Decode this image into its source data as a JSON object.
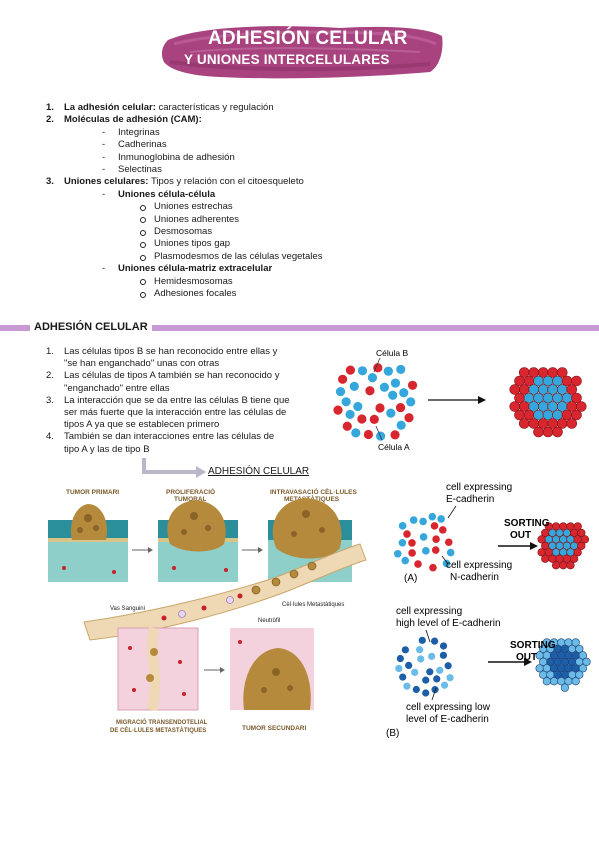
{
  "header": {
    "title": "ADHESIÓN CELULAR",
    "subtitle": "Y UNIONES INTERCELULARES"
  },
  "outline": {
    "item1": {
      "num": "1.",
      "bold": "La adhesión celular:",
      "rest": " características y regulación"
    },
    "item2": {
      "num": "2.",
      "bold": "Moléculas de adhesión (CAM):"
    },
    "item2_sub": [
      "Integrinas",
      "Cadherinas",
      "Inmunoglobina de adhesión",
      "Selectinas"
    ],
    "item3": {
      "num": "3.",
      "bold": "Uniones celulares:",
      "rest": " Tipos y relación con el citoesqueleto"
    },
    "cc_title": "Uniones célula-célula",
    "cc_items": [
      "Uniones estrechas",
      "Uniones adherentes",
      "Desmosomas",
      "Uniones tipos gap",
      "Plasmodesmos de las células vegetales"
    ],
    "cm_title": "Uniones célula-matriz extracelular",
    "cm_items": [
      "Hemidesmosomas",
      "Adhesiones focales"
    ]
  },
  "section": {
    "label": "ADHESIÓN CELULAR"
  },
  "points": [
    {
      "num": "1.",
      "lines": [
        "Las células tipos B se han reconocido entre ellas y",
        "\"se han enganchado\" unas con otras"
      ]
    },
    {
      "num": "2.",
      "lines": [
        "Las células de tipos A también se han reconocido y",
        "\"enganchado\" entre ellas"
      ]
    },
    {
      "num": "3.",
      "lines": [
        "La interacción que se da entre las células B tiene que",
        "ser más fuerte que la interacción entre las células de",
        "tipos A ya que se establecen primero"
      ]
    },
    {
      "num": "4.",
      "lines": [
        "También se dan interacciones entre las células de",
        "tipo A y las de tipo B"
      ]
    }
  ],
  "arrow_note": "ADHESIÓN CELULAR",
  "fig_top_right": {
    "label_b": "Célula B",
    "label_a": "Célula A"
  },
  "fig_tumor": {
    "tumor_primari": "TUMOR PRIMARI",
    "proliferacio_1": "PROLIFERACIÓ",
    "proliferacio_2": "TUMORAL",
    "intravasacio_1": "INTRAVASACIÓ CÈL·LULES",
    "intravasacio_2": "METASTÀTIQUES",
    "vas": "Vas Sanguini",
    "metastatiques": "Cèl·lules Metastàtiques",
    "neutrofil": "Neutròfil",
    "migracio_1": "MIGRACIÓ TRANSENDOTELIAL",
    "migracio_2": "DE CÈL·LULES METASTÀTIQUES",
    "secundari": "TUMOR SECUNDARI"
  },
  "fig_sorting": {
    "a_top_1": "cell expressing",
    "a_top_2": "E-cadherin",
    "sorting_1": "SORTING",
    "sorting_2": "OUT",
    "a_bottom_1": "cell expressing",
    "a_bottom_2": "N-cadherin",
    "a_label": "(A)",
    "b_top_1": "cell expressing",
    "b_top_2": "high level of E-cadherin",
    "b_sorting_1": "SORTING",
    "b_sorting_2": "OUT",
    "b_bottom_1": "cell expressing low",
    "b_bottom_2": "level of E-cadherin",
    "b_label": "(B)"
  },
  "colors": {
    "banner": "#a8437f",
    "section_bar": "#c79ad6",
    "cell_red": "#d8262f",
    "cell_blue": "#35a7dc",
    "dark_blue": "#1d5ea8",
    "tumor_gold": "#b58a3c"
  }
}
